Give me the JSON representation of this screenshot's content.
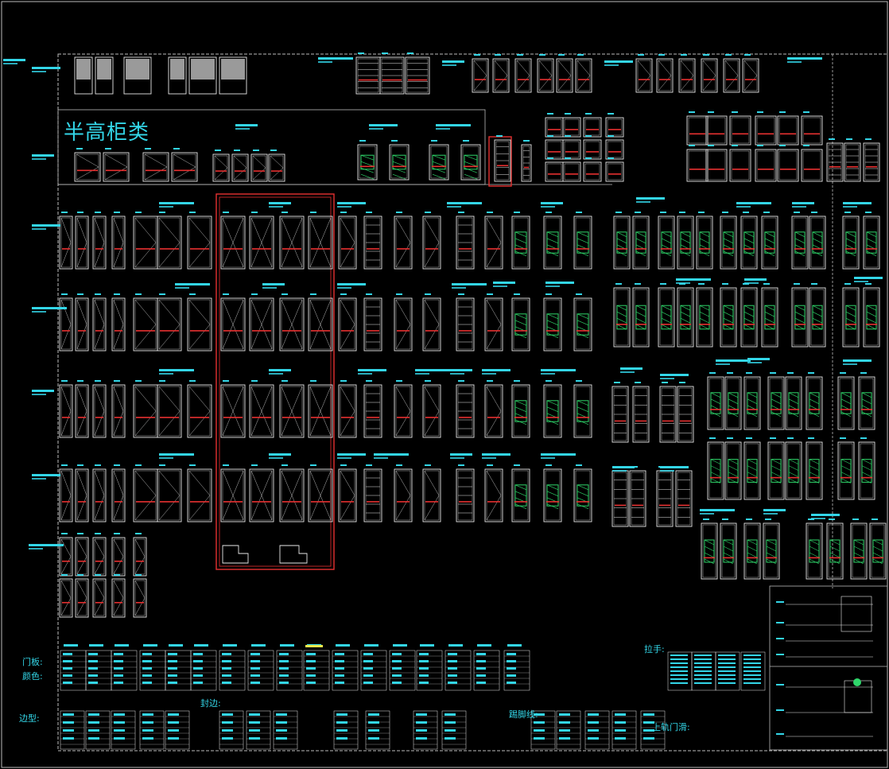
{
  "section_title": "半高柜类",
  "labels": {
    "door_panel": "门板:",
    "color": "颜色:",
    "edge": "边型:",
    "edge_banding": "封边:",
    "handle": "拉手:",
    "skirting": "踢脚线:",
    "top_rail": "上轨门滑:"
  },
  "colors": {
    "line": "#e8e8e8",
    "accent": "#33d6e8",
    "highlight": "#e63030",
    "fill": "#2fd66a",
    "yellow": "#e8e84a",
    "gray": "#9a9a9a"
  }
}
